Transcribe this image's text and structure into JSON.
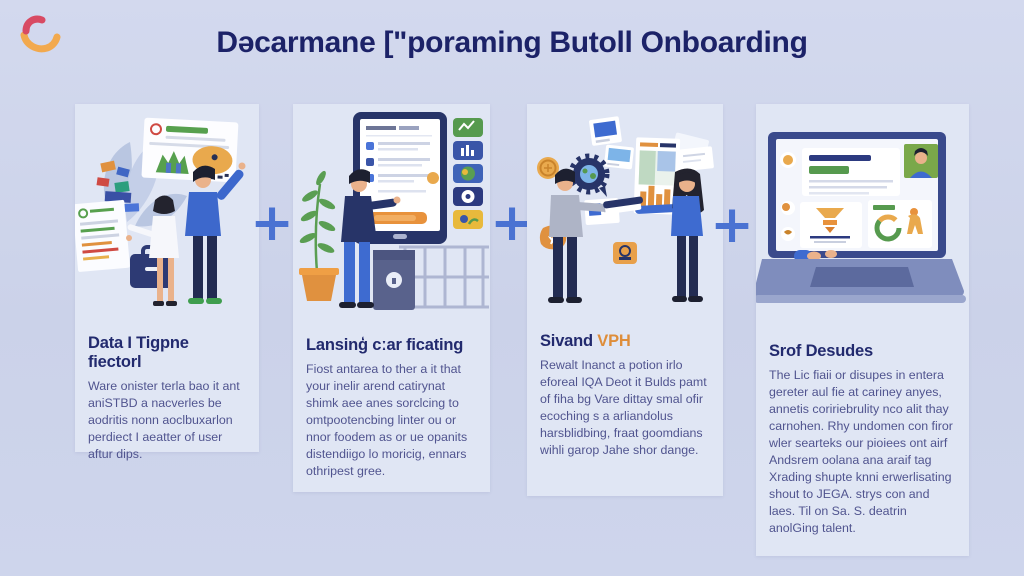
{
  "page": {
    "title": "Dəcarmane [\"poraming Butoll Onboarding",
    "background_color": "#ccd3e9",
    "panel_background": "#e0e6f4",
    "title_color": "#1c2268",
    "body_text_color": "#50548f",
    "plus_color": "#4a72d2",
    "accent_orange": "#de8d3a",
    "logo": {
      "name": "swirl-crescents-logo",
      "colors": [
        "#d84a63",
        "#f2a94e"
      ]
    }
  },
  "separators": {
    "plus": "+"
  },
  "panels": [
    {
      "heading": "Data I Tigpne fiectorl",
      "heading_accent": "",
      "body": "Ware onister terla bao it ant aniSTBD a nacverles be aodritis nonn aoclbuxarlon perdiect I aeatter of user aftur dips.",
      "illustration": "people-with-documents-report-card-briefcase"
    },
    {
      "heading": "Lansinģ cːar ficating",
      "heading_accent": "",
      "body": "Fiost antarea to ther a it that your inelir arend catirynat shimk aee anes sorclcing to omtpootencbing linter ou or nnor foodem as or ue opanits distendiigo lo moricig, ennars othripest gree.",
      "illustration": "person-at-kiosk-checklist-with-plant-and-app-tiles"
    },
    {
      "heading": "Sivand ",
      "heading_accent": "VPH",
      "body": "Rewalt Inanct a potion irlo eforeal IQA Deot it Bulds pamt of fiha bg Vare dittay smal ofir ecoching s a arliandolus harsblidbing, fraat goomdians wihli garop Jahe shor dange.",
      "illustration": "two-people-exchanging-documents-gear-globe"
    },
    {
      "heading": "Srof Desudes",
      "heading_accent": "",
      "body": "The Lic fiaii or disupes in entera gereter aul fie at cariney anyes, annetis coririebrulity nco alit thay carnohen. Rhy undomen con firor wler searteks our pioiees ont airf Andsrem oolana ana araif tag Xrading shupte knni erwerlisating shout to JEGA. strys con and laes. Til on Sa. S. deatrin anolGing talent.",
      "illustration": "laptop-dashboard-video-call-charts"
    }
  ]
}
